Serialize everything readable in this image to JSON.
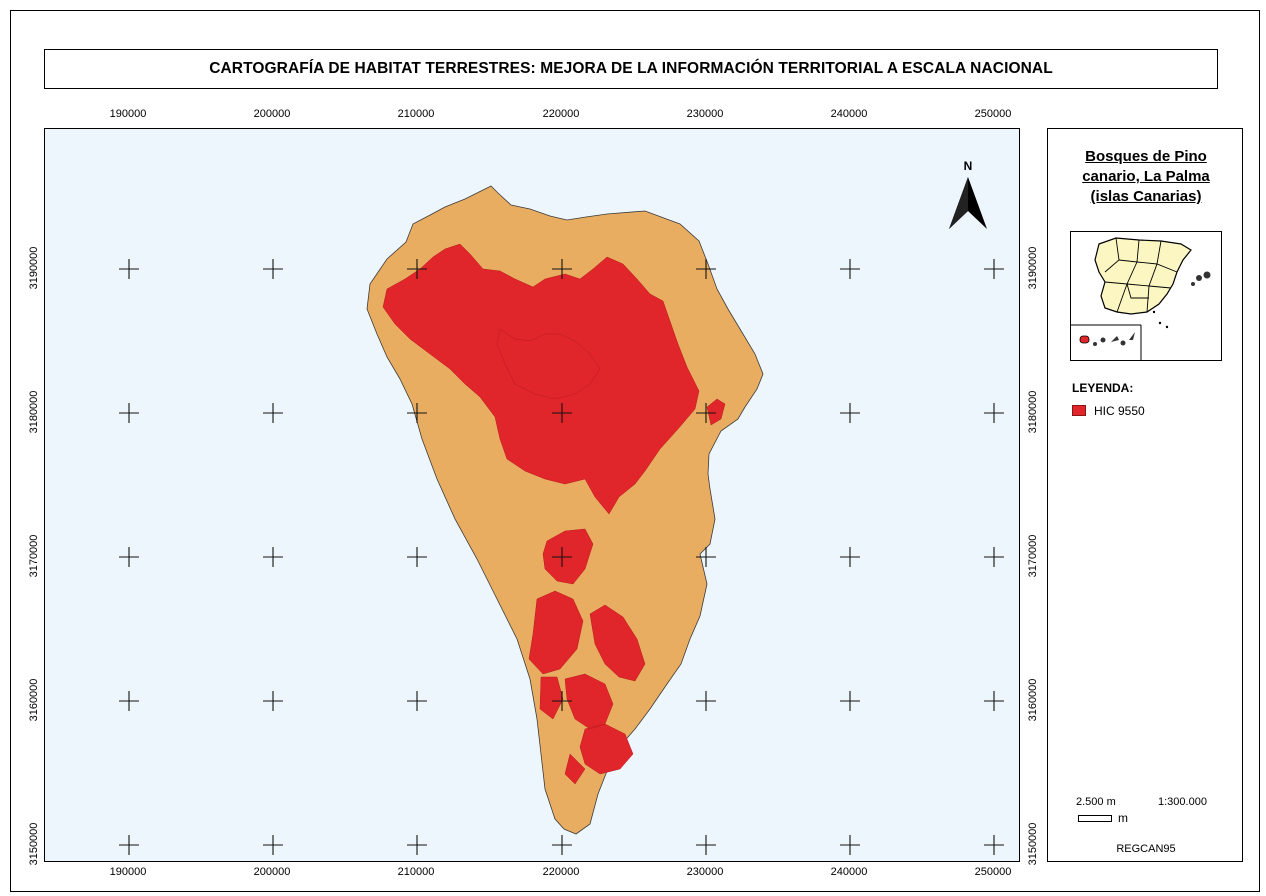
{
  "title": "CARTOGRAFÍA DE HABITAT TERRESTRES: MEJORA DE LA INFORMACIÓN TERRITORIAL A ESCALA NACIONAL",
  "x_ticks": [
    "190000",
    "200000",
    "210000",
    "220000",
    "230000",
    "240000",
    "250000"
  ],
  "y_ticks": [
    "3190000",
    "3180000",
    "3170000",
    "3160000",
    "3150000"
  ],
  "north_label": "N",
  "legend": {
    "title_lines": [
      "Bosques de Pino",
      "canario, La Palma",
      "(islas Canarias)"
    ],
    "heading": "LEYENDA:",
    "items": [
      {
        "label": "HIC 9550",
        "color": "#e0262a"
      }
    ]
  },
  "scale": {
    "distance": "2.500 m",
    "ratio": "1:300.000",
    "unit": "m"
  },
  "projection": "REGCAN95",
  "colors": {
    "sea": "#eef6fd",
    "island": "#e9ad62",
    "habitat": "#e0262a",
    "inset_land": "#fbf6c2"
  }
}
